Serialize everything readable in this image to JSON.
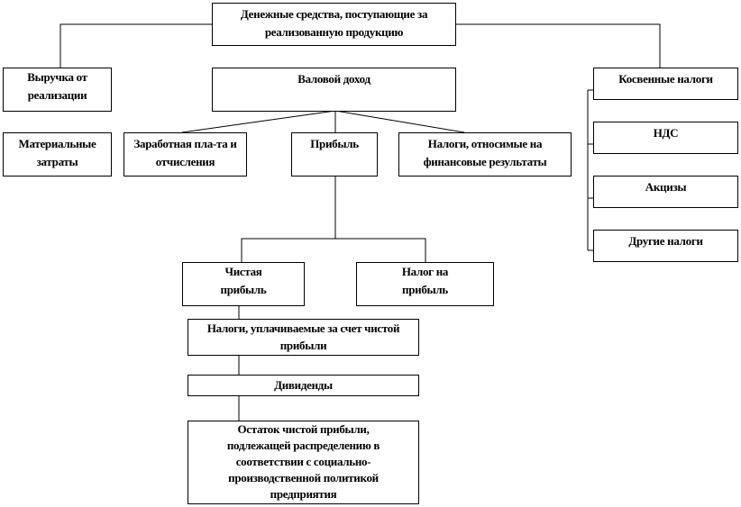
{
  "nodes": {
    "cash": "Денежные средства, поступающие за реализованную продукцию",
    "revenue": "Выручка от реализации",
    "gross_income": "Валовой доход",
    "indirect_taxes": "Косвенные налоги",
    "vat": "НДС",
    "excise": "Акцизы",
    "other_taxes": "Другие налоги",
    "material_costs": "Материальные затраты",
    "wages": "Заработная пла-та и отчисления",
    "profit": "Прибыль",
    "taxes_fin_results": "Налоги, относимые на финансовые результаты",
    "net_profit": "Чистая прибыль",
    "profit_tax": "Налог на прибыль",
    "taxes_from_net": "Налоги, уплачиваемые за счет чистой прибыли",
    "dividends": "Дивиденды",
    "retained": "Остаток чистой прибыли, подлежащей распределению в соответствии с социально-производственной политикой предприятия"
  }
}
